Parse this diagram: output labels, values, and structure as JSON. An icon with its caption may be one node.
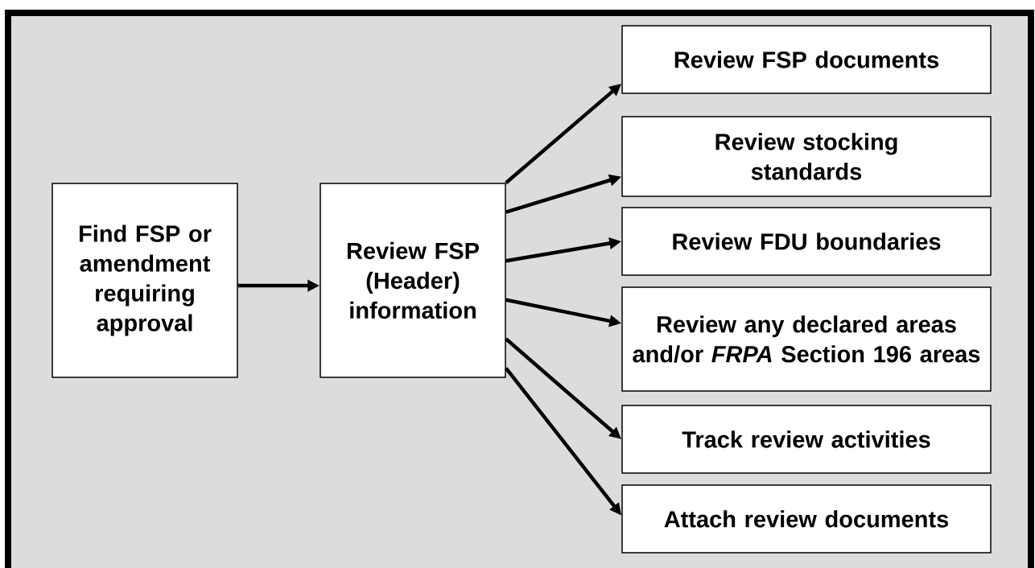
{
  "diagram": {
    "nodes": [
      {
        "text": [
          "Find FSP or amendment requiring approval"
        ]
      },
      {
        "text": [
          "Review FSP (Header) information"
        ]
      },
      {
        "text": [
          "Review FSP documents"
        ]
      },
      {
        "text": [
          "Review stocking standards"
        ]
      },
      {
        "text": [
          "Review FDU boundaries"
        ]
      },
      {
        "text": [
          "Review any declared areas and/or *FRPA* Section 196 areas"
        ]
      },
      {
        "text": [
          "Track review activities"
        ]
      },
      {
        "text": [
          "Attach review documents"
        ]
      }
    ],
    "edges": [
      {
        "from": 0,
        "to": 1,
        "arrow": "to"
      },
      {
        "from": 1,
        "to": 2,
        "arrow": "to"
      },
      {
        "from": 1,
        "to": 3,
        "arrow": "to"
      },
      {
        "from": 1,
        "to": 4,
        "arrow": "to"
      },
      {
        "from": 1,
        "to": 5,
        "arrow": "to"
      },
      {
        "from": 1,
        "to": 6,
        "arrow": "to"
      },
      {
        "from": 1,
        "to": 7,
        "arrow": "to"
      }
    ]
  }
}
